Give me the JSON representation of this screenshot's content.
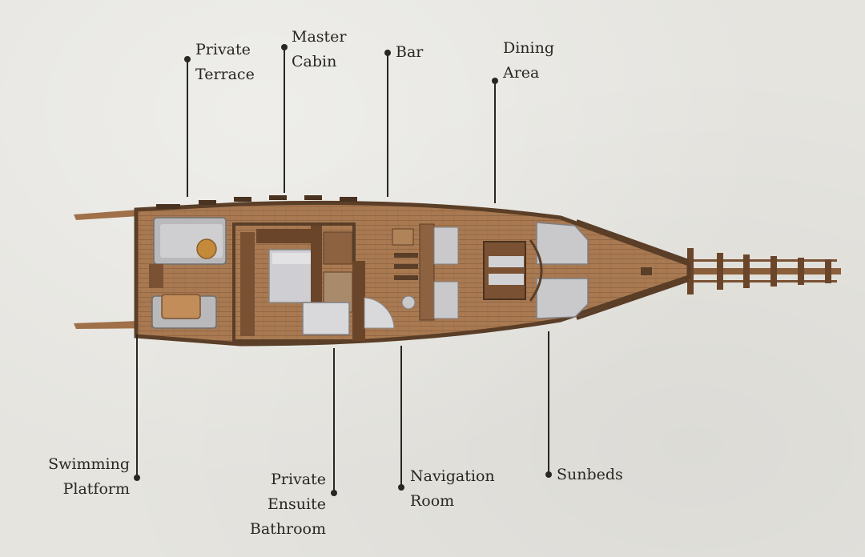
{
  "labels": {
    "private_terrace": [
      "Private",
      "Terrace"
    ],
    "master_cabin": [
      "Master",
      "Cabin"
    ],
    "bar": [
      "Bar"
    ],
    "dining_area": [
      "Dining",
      "Area"
    ],
    "swimming_platform": [
      "Swimming",
      "Platform"
    ],
    "private_ensuite_bathroom": [
      "Private",
      "Ensuite",
      "Bathroom"
    ],
    "navigation_room": [
      "Navigation",
      "Room"
    ],
    "sunbeds": [
      "Sunbeds"
    ]
  },
  "colors": {
    "text": "#2a2620",
    "wood": "#a97a52",
    "wood_dark": "#5a3e27",
    "cushion": "#c9c9cb",
    "background": "#e5e4df"
  }
}
